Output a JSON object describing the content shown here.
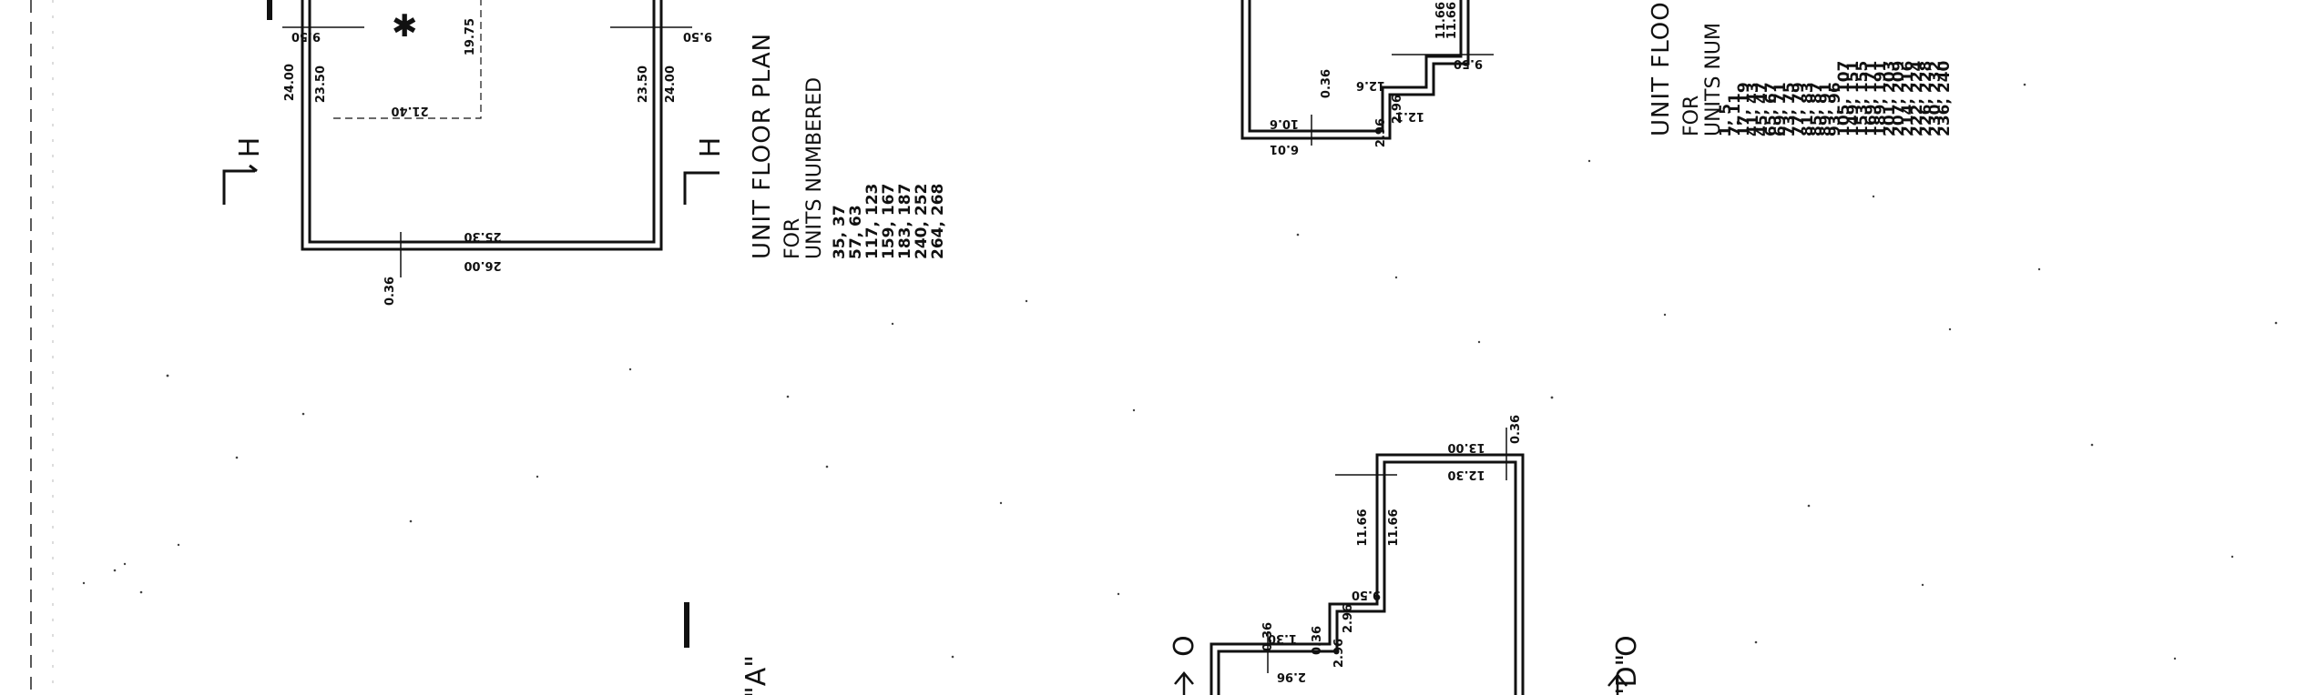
{
  "plan_upper_left": {
    "dims": {
      "top_left_small": "9.50",
      "top_right_small": "9.50",
      "left_outer": "24.00",
      "left_inner": "23.50",
      "right_outer": "24.00",
      "right_inner": "23.50",
      "interior_width": "21.40",
      "interior_height": "19.75",
      "bottom_outer": "26.00",
      "bottom_inner": "25.30",
      "bottom_small": "0.36"
    },
    "section_marker_left": "H",
    "section_marker_right": "H",
    "caption": {
      "title": "UNIT FLOOR PLAN",
      "for": "FOR",
      "units_label": "UNITS NUMBERED",
      "units": [
        "35, 37",
        "57, 63",
        "117, 123",
        "159, 167",
        "183, 187",
        "240, 252",
        "264, 268"
      ]
    }
  },
  "plan_upper_middle": {
    "dims": {
      "d1": "11.66",
      "d2": "11.66",
      "d3": "9.50",
      "d4": "0.36",
      "d5": "2.96",
      "d6": "2.96",
      "d7": "12.6",
      "d8": "12.1",
      "d9": "10.6",
      "d10": "6.01"
    }
  },
  "plan_upper_right_caption": {
    "title": "UNIT FLOO",
    "for": "FOR",
    "units_label": "UNITS NUM",
    "units": [
      "1, 5",
      "7, 11",
      "17, 19",
      "41, 43",
      "45, 47",
      "65, 67",
      "69, 71",
      "73, 75",
      "77, 79",
      "81, 83",
      "85, 87",
      "89, 91",
      "93, 96",
      "105, 107",
      "149, 151",
      "153, 155",
      "169, 171",
      "189, 191",
      "201, 203",
      "207, 209",
      "214, 216",
      "222, 224",
      "226, 228",
      "230, 232",
      "236, 240"
    ]
  },
  "plan_lower_middle": {
    "dims": {
      "top_outer": "13.00",
      "top_inner": "12.30",
      "top_small": "0.36",
      "step_a": "11.66",
      "step_b": "11.66",
      "d1": "9.50",
      "d2": "2.96",
      "d3": "2.96",
      "d4": "1.30",
      "d5": "0.36",
      "d6": "0.36",
      "d7": "2.96"
    },
    "section_marker_left": "O",
    "section_marker_right": "O",
    "section_marker_right_label": "\"D\""
  },
  "lower_left_marker": "\"A\""
}
